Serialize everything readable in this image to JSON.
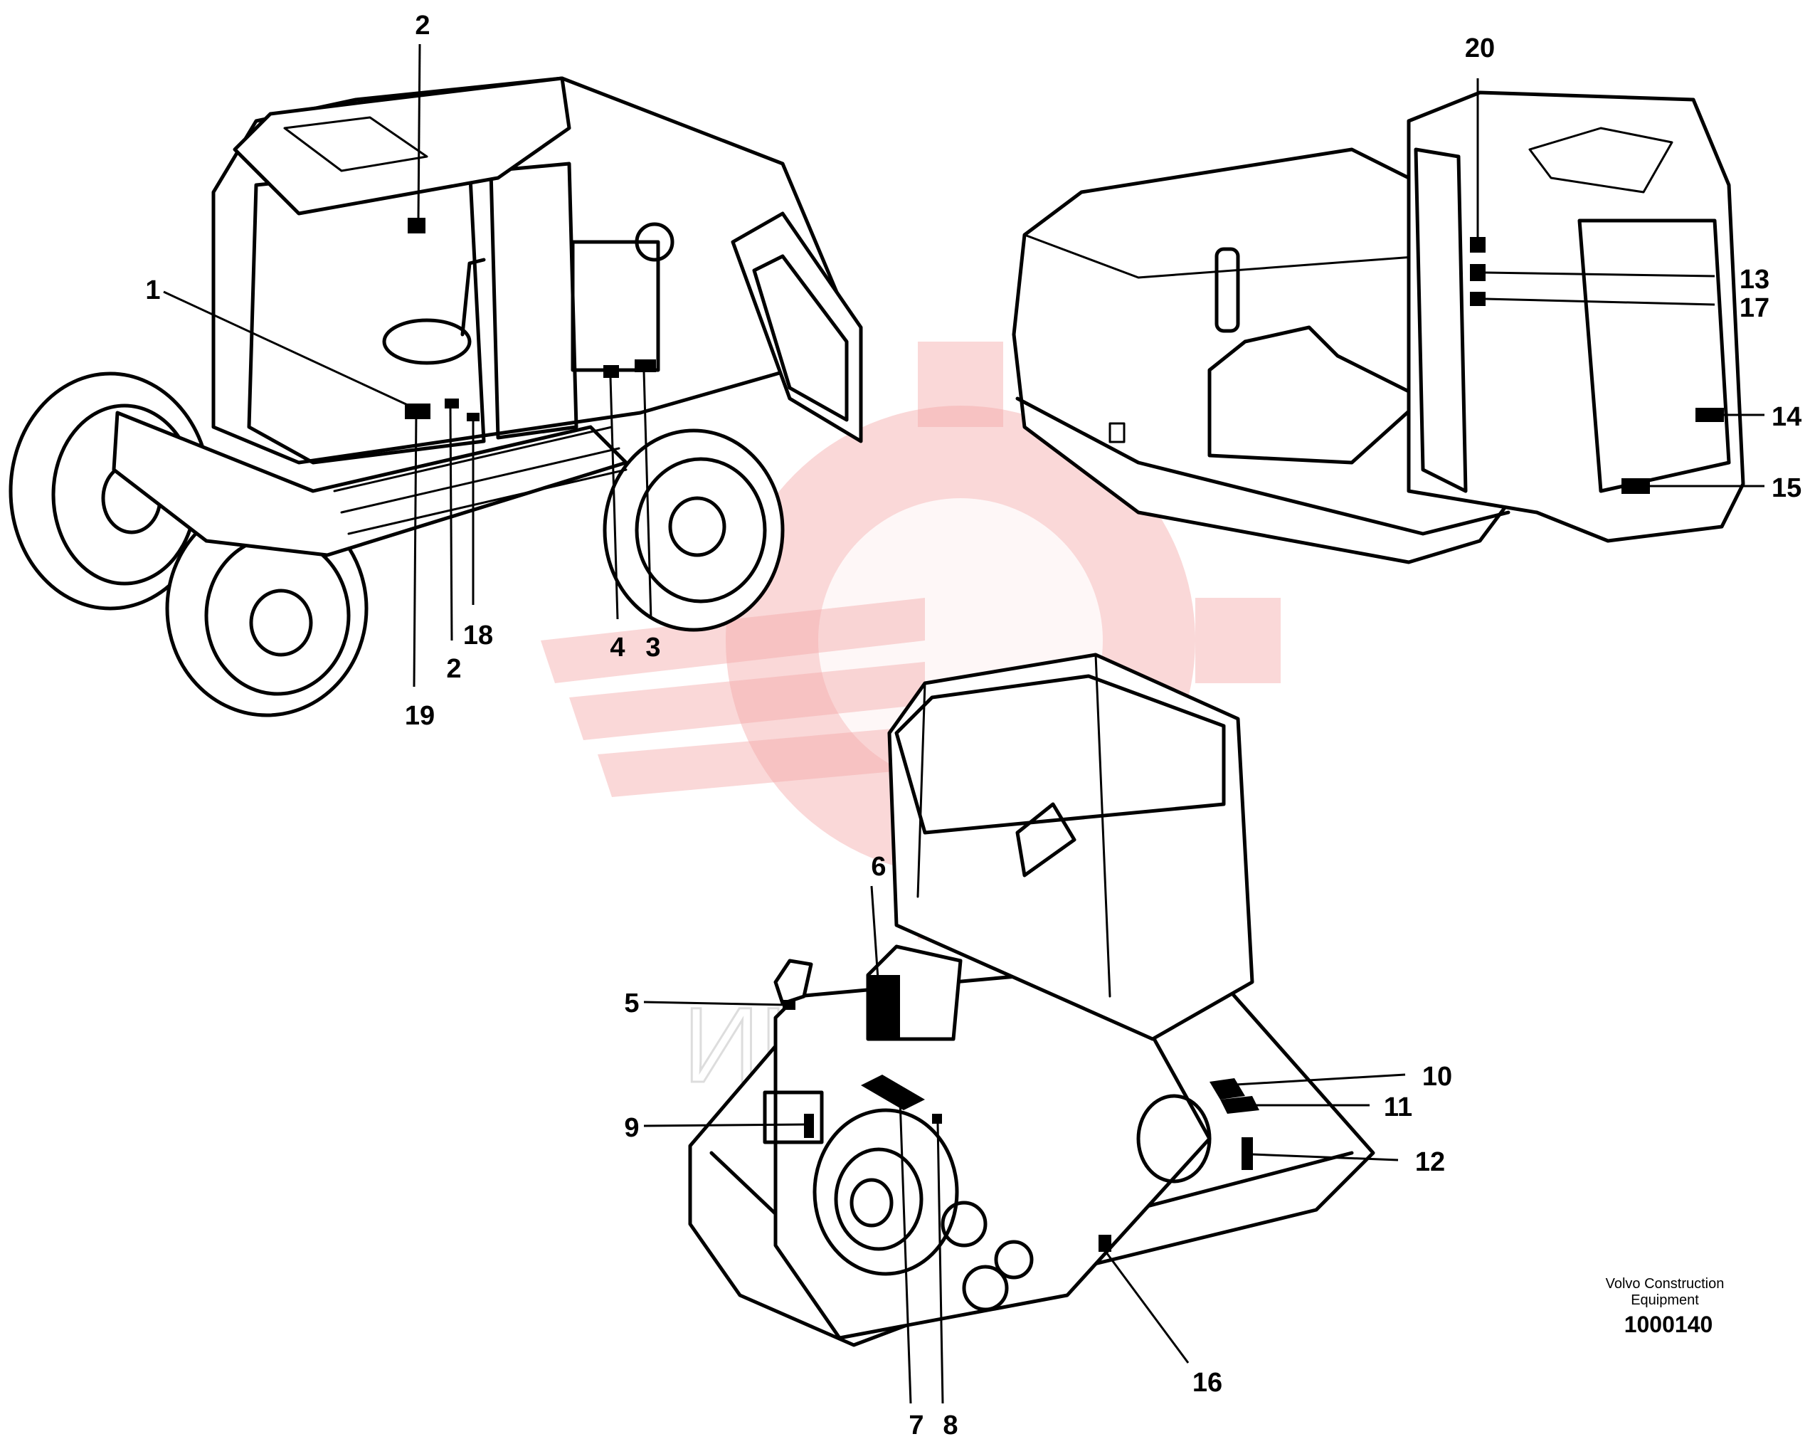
{
  "callouts": [
    {
      "id": "c1",
      "text": "1"
    },
    {
      "id": "c2a",
      "text": "2"
    },
    {
      "id": "c2b",
      "text": "2"
    },
    {
      "id": "c3",
      "text": "3"
    },
    {
      "id": "c4",
      "text": "4"
    },
    {
      "id": "c5",
      "text": "5"
    },
    {
      "id": "c6",
      "text": "6"
    },
    {
      "id": "c7",
      "text": "7"
    },
    {
      "id": "c8",
      "text": "8"
    },
    {
      "id": "c9",
      "text": "9"
    },
    {
      "id": "c10",
      "text": "10"
    },
    {
      "id": "c11",
      "text": "11"
    },
    {
      "id": "c12",
      "text": "12"
    },
    {
      "id": "c13",
      "text": "13"
    },
    {
      "id": "c14",
      "text": "14"
    },
    {
      "id": "c15",
      "text": "15"
    },
    {
      "id": "c16",
      "text": "16"
    },
    {
      "id": "c17",
      "text": "17"
    },
    {
      "id": "c18",
      "text": "18"
    },
    {
      "id": "c19",
      "text": "19"
    },
    {
      "id": "c20",
      "text": "20"
    }
  ],
  "credit": {
    "line1": "Volvo Construction",
    "line2": "Equipment",
    "doc_number": "1000140"
  },
  "watermark": {
    "text": "ИНТЕХ"
  },
  "colors": {
    "line": "#000000",
    "watermark_red": "#f5a8a8"
  }
}
